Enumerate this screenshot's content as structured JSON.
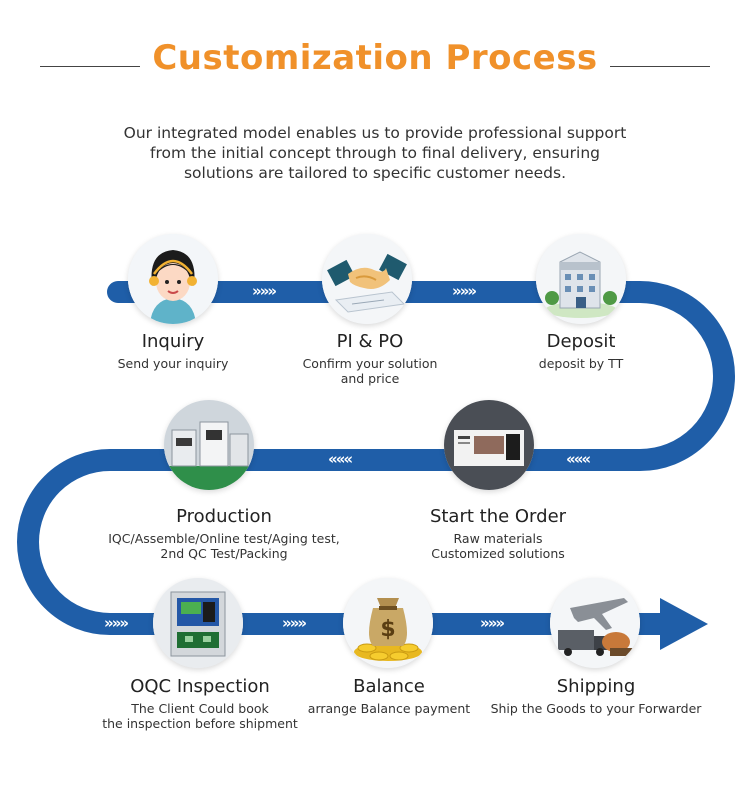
{
  "title": "Customization Process",
  "intro": [
    "Our integrated model enables us to provide professional support",
    "from the initial concept through to final delivery, ensuring",
    "solutions are tailored to specific customer needs."
  ],
  "colors": {
    "title": "#f0912a",
    "path": "#1f5ea8"
  },
  "chevrons": {
    "forward": "»»»",
    "backward": "«««"
  },
  "steps": [
    {
      "label": "Inquiry",
      "desc": [
        "Send your inquiry"
      ],
      "icon": "support-agent-icon"
    },
    {
      "label": "PI & PO",
      "desc": [
        "Confirm your solution",
        "and price"
      ],
      "icon": "handshake-icon"
    },
    {
      "label": "Deposit",
      "desc": [
        "deposit by TT"
      ],
      "icon": "bank-building-icon"
    },
    {
      "label": "Start the Order",
      "desc": [
        "Raw materials",
        "Customized solutions"
      ],
      "icon": "monitor-box-icon"
    },
    {
      "label": "Production",
      "desc": [
        "IQC/Assemble/Online test/Aging test,",
        "2nd QC Test/Packing"
      ],
      "icon": "factory-icon"
    },
    {
      "label": "OQC Inspection",
      "desc": [
        "The Client Could book",
        "the inspection before shipment"
      ],
      "icon": "inspection-machine-icon"
    },
    {
      "label": "Balance",
      "desc": [
        "arrange Balance payment"
      ],
      "icon": "money-bag-icon"
    },
    {
      "label": "Shipping",
      "desc": [
        "Ship the Goods to your Forwarder"
      ],
      "icon": "airplane-truck-icon"
    }
  ]
}
